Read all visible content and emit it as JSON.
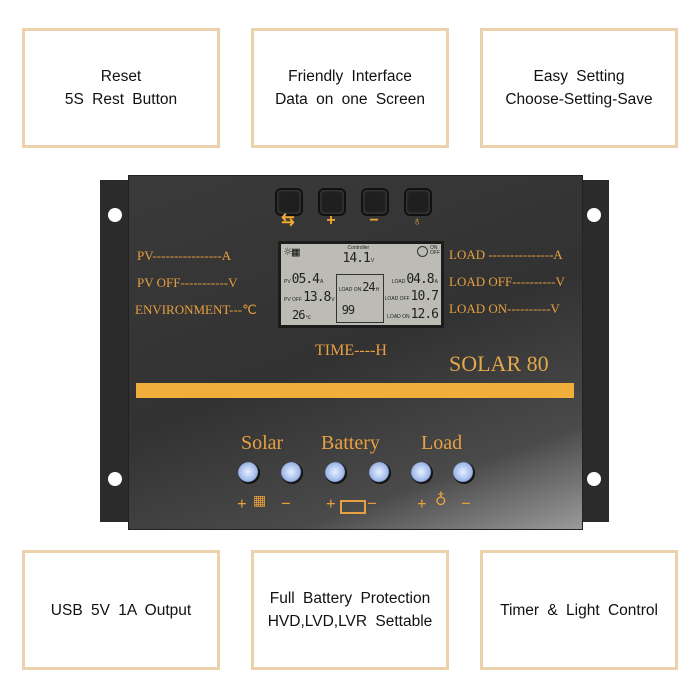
{
  "features_top": [
    {
      "line1": "Reset",
      "line2": "5S Rest Button"
    },
    {
      "line1": "Friendly Interface",
      "line2": "Data on one Screen"
    },
    {
      "line1": "Easy Setting",
      "line2": "Choose-Setting-Save"
    }
  ],
  "features_bottom": [
    {
      "line1": "USB 5V 1A Output"
    },
    {
      "line1": "Full Battery Protection",
      "line2": "HVD,LVD,LVR Settable"
    },
    {
      "line1": "Timer & Light Control"
    }
  ],
  "device": {
    "model": "SOLAR 80",
    "keys": [
      {
        "icon": "switch-arrows-icon",
        "symbol": "⇆"
      },
      {
        "icon": "plus-icon",
        "symbol": "+"
      },
      {
        "icon": "minus-icon",
        "symbol": "−"
      },
      {
        "icon": "light-icon",
        "symbol": "♁"
      }
    ],
    "left_labels": [
      "PV----------------A",
      "PV  OFF-----------V",
      "ENVIRONMENT---℃"
    ],
    "right_labels": [
      "LOAD ---------------A",
      "LOAD OFF----------V",
      "LOAD ON----------V"
    ],
    "time_label": "TIME----H",
    "terminal_groups": [
      "Solar",
      "Battery",
      "Load"
    ],
    "terminal_marks": [
      "+",
      "−",
      "+",
      "−",
      "+",
      "−"
    ],
    "accent_color": "#e8a040",
    "lcd": {
      "controller_label": "Controller",
      "battery_voltage": "14.1",
      "battery_unit": "V",
      "onoff_label": "ON OFF",
      "pv_label": "PV",
      "pv_current": "05.4",
      "pv_unit": "A",
      "pv_off_label": "PV OFF",
      "pv_off": "13.8",
      "temperature": "26",
      "temp_unit": "℃",
      "load_label": "LOAD",
      "load_current": "04.8",
      "load_unit": "A",
      "load_on_label": "LOAD ON",
      "timer": "24",
      "timer_unit": "H",
      "battery_pct": "99",
      "load_off_label": "LOAD OFF",
      "load_off": "10.7",
      "load_on_label2": "LOAD ON",
      "load_on": "12.6",
      "volt_unit": "V"
    }
  }
}
